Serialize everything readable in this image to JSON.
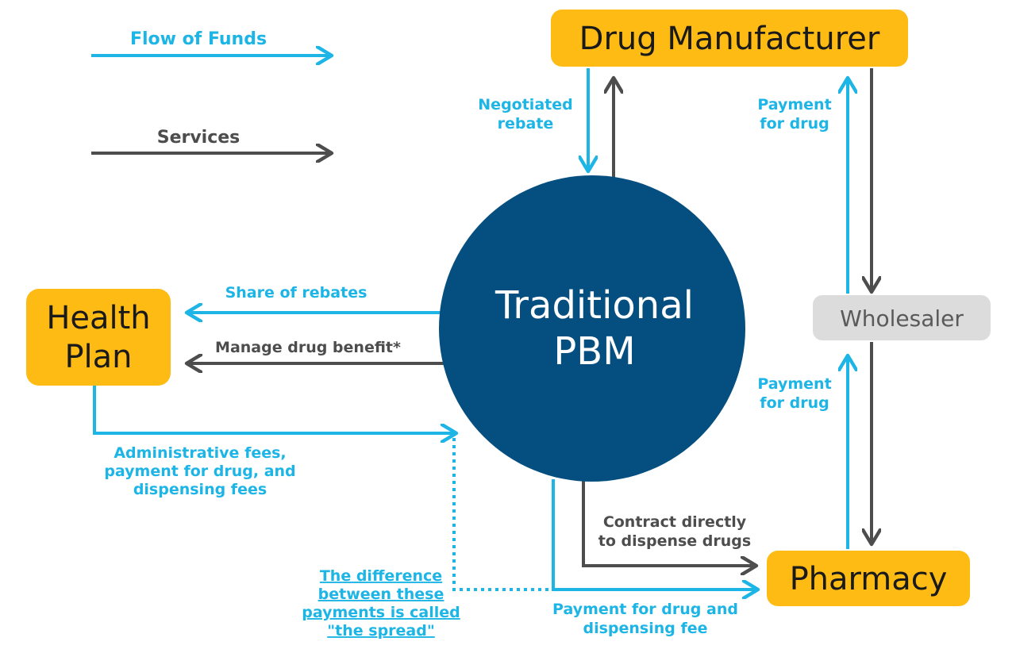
{
  "legend": {
    "funds": "Flow of Funds",
    "services": "Services"
  },
  "nodes": {
    "drug_manufacturer": "Drug Manufacturer",
    "health_plan_line1": "Health",
    "health_plan_line2": "Plan",
    "pbm_line1": "Traditional",
    "pbm_line2": "PBM",
    "wholesaler": "Wholesaler",
    "pharmacy": "Pharmacy"
  },
  "labels": {
    "negotiated_rebate_1": "Negotiated",
    "negotiated_rebate_2": "rebate",
    "payment_drug_top_1": "Payment",
    "payment_drug_top_2": "for drug",
    "payment_drug_bottom_1": "Payment",
    "payment_drug_bottom_2": "for drug",
    "share_rebates": "Share of rebates",
    "manage_benefit": "Manage drug benefit*",
    "admin_fees_1": "Administrative fees,",
    "admin_fees_2": "payment for drug, and",
    "admin_fees_3": "dispensing fees",
    "contract_1": "Contract directly",
    "contract_2": "to dispense drugs",
    "spread_1": "The difference",
    "spread_2": "between these",
    "spread_3": "payments is called",
    "spread_4": "\"the spread\"",
    "pharmacy_payment_1": "Payment for drug and",
    "pharmacy_payment_2": "dispensing fee"
  },
  "colors": {
    "funds": "#1cb5e6",
    "services": "#4d4d4d",
    "entity_fill": "#fdbb13",
    "pbm_fill": "#044f80",
    "wholesaler_fill": "#dcdcdc",
    "wholesaler_text": "#5a5a5a"
  }
}
